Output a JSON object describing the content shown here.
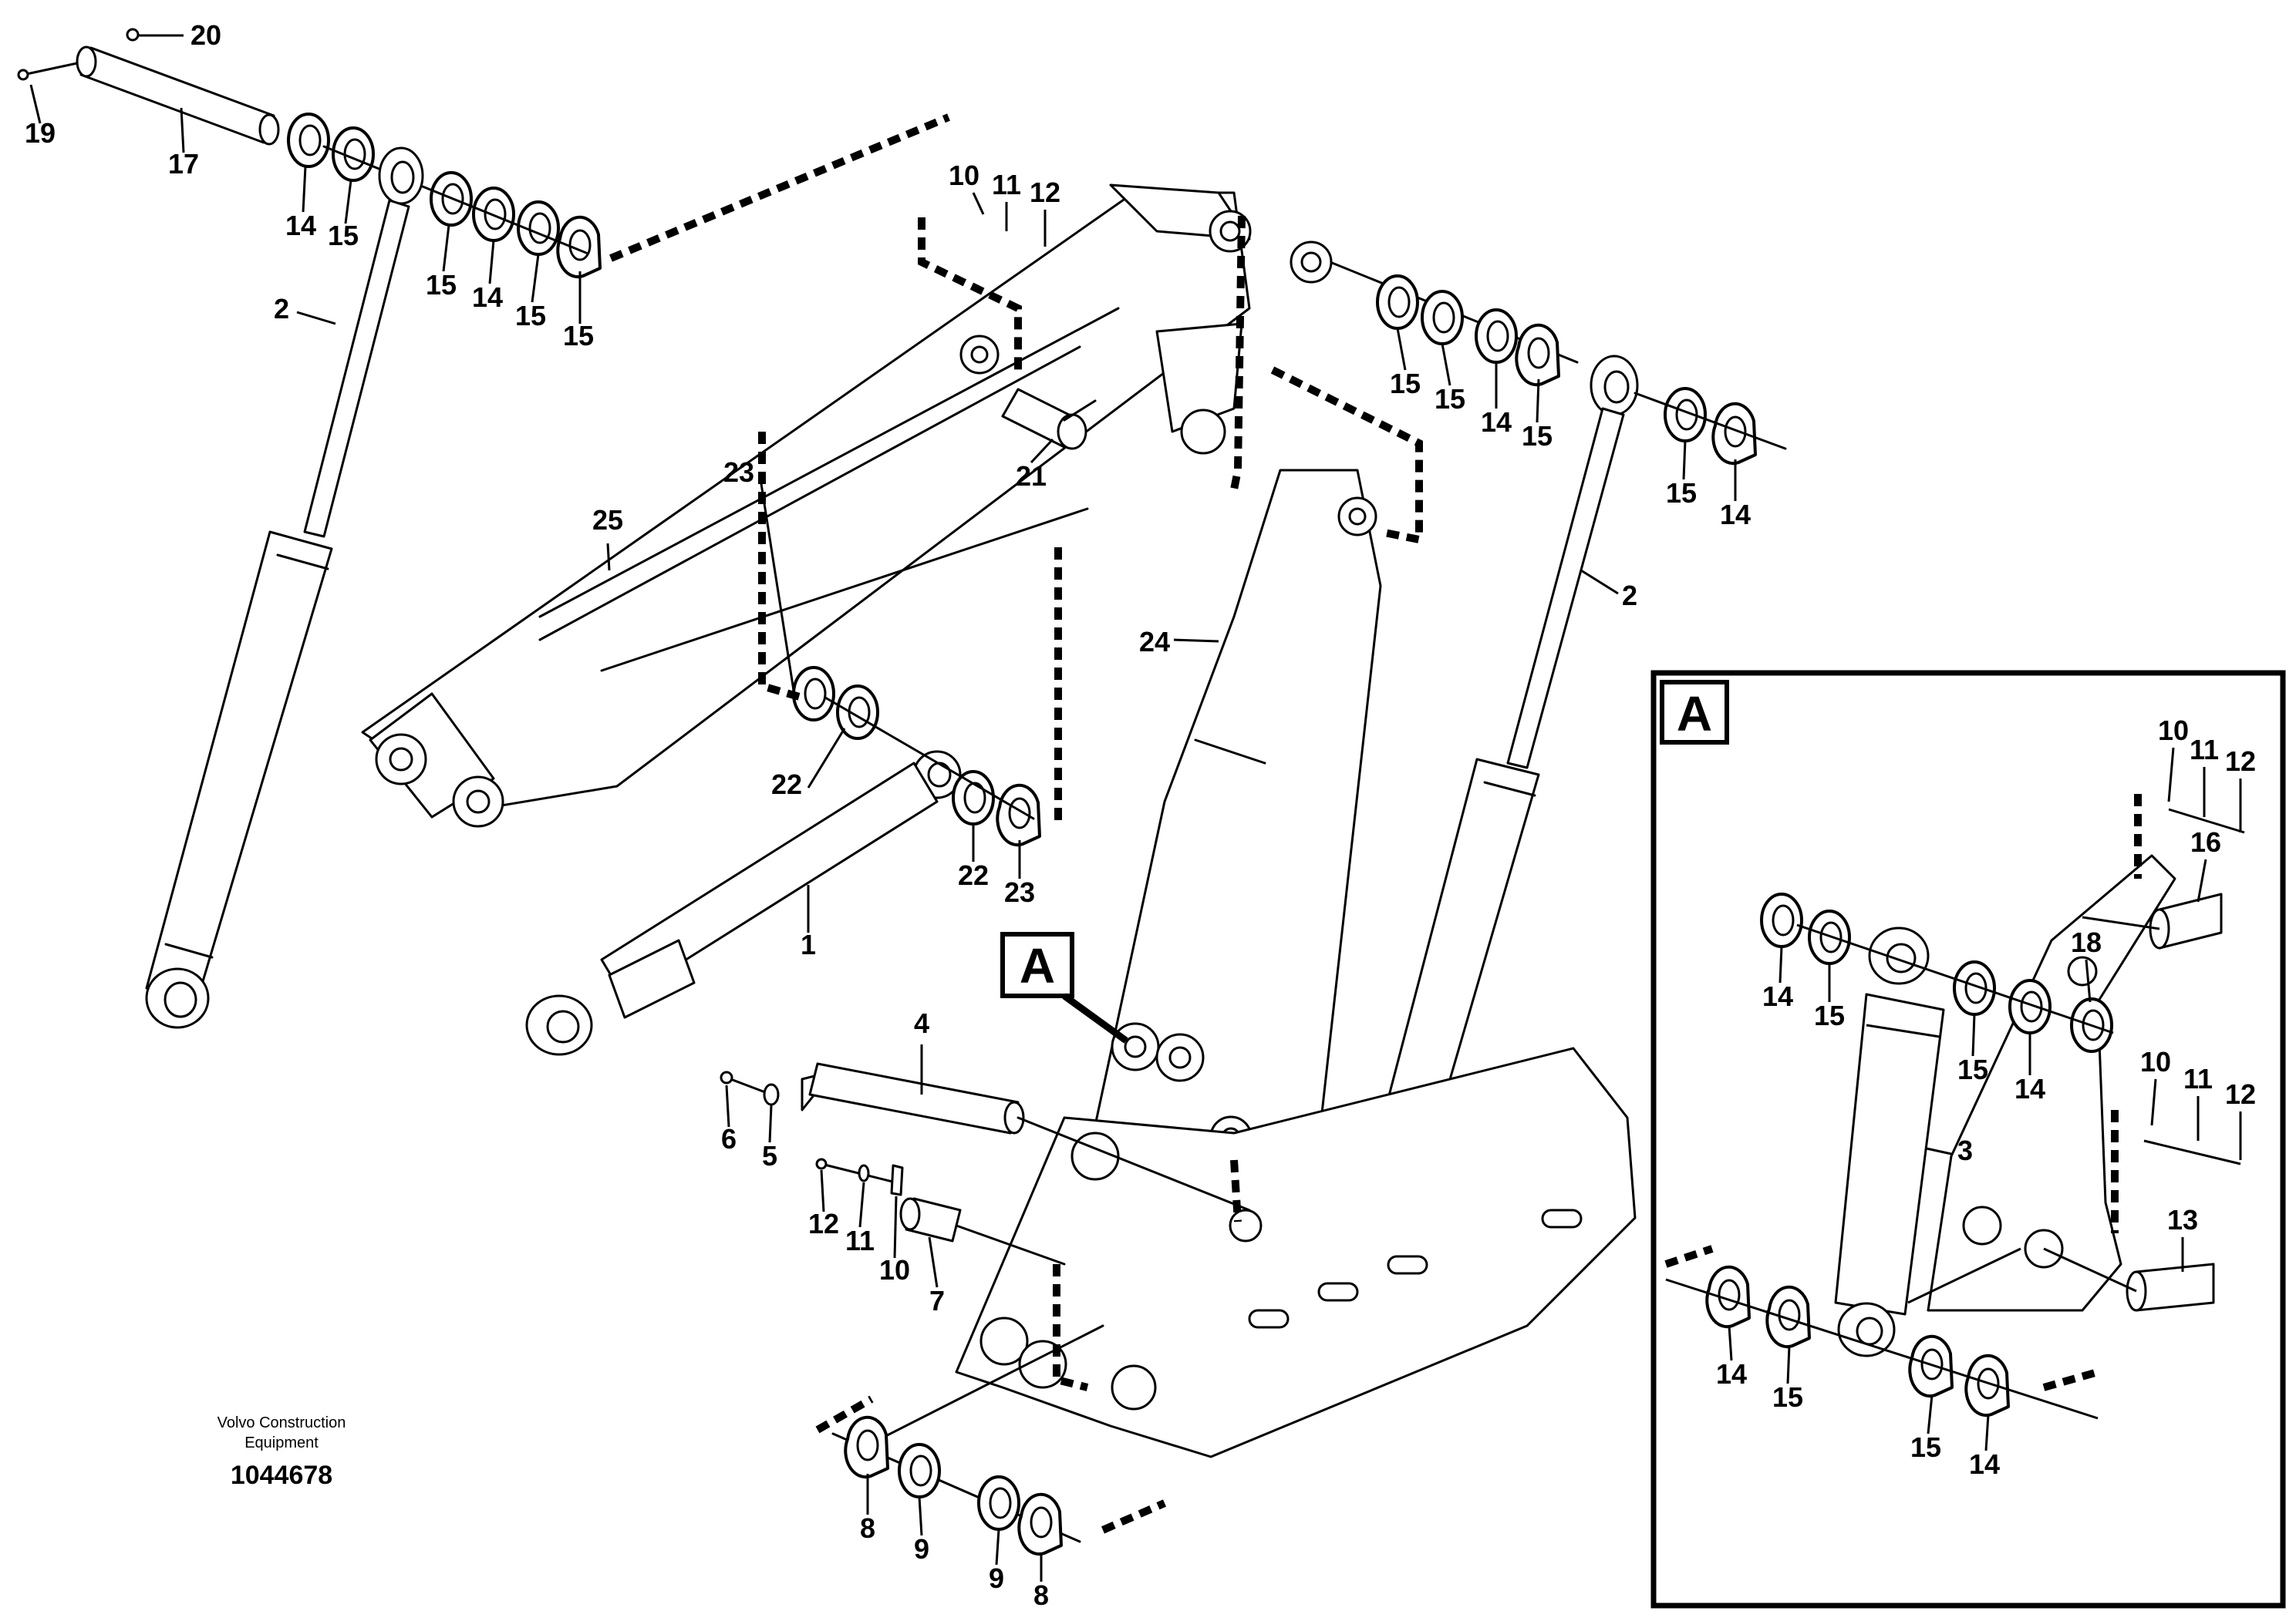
{
  "publisher_line1": "Volvo Construction",
  "publisher_line2": "Equipment",
  "document_number": "1044678",
  "detail_view": {
    "letter": "A"
  },
  "detail_marker": {
    "letter": "A"
  },
  "callouts": [
    {
      "id": "c20a",
      "label": "20"
    },
    {
      "id": "c19",
      "label": "19"
    },
    {
      "id": "c17",
      "label": "17"
    },
    {
      "id": "c14a",
      "label": "14"
    },
    {
      "id": "c15a",
      "label": "15"
    },
    {
      "id": "c15b",
      "label": "15"
    },
    {
      "id": "c14b",
      "label": "14"
    },
    {
      "id": "c15c",
      "label": "15"
    },
    {
      "id": "c15d",
      "label": "15"
    },
    {
      "id": "c2a",
      "label": "2"
    },
    {
      "id": "c10a",
      "label": "10"
    },
    {
      "id": "c11a",
      "label": "11"
    },
    {
      "id": "c12a",
      "label": "12"
    },
    {
      "id": "c15e",
      "label": "15"
    },
    {
      "id": "c15f",
      "label": "15"
    },
    {
      "id": "c14c",
      "label": "14"
    },
    {
      "id": "c15g",
      "label": "15"
    },
    {
      "id": "c15h",
      "label": "15"
    },
    {
      "id": "c14d",
      "label": "14"
    },
    {
      "id": "c2b",
      "label": "2"
    },
    {
      "id": "c21",
      "label": "21"
    },
    {
      "id": "c25",
      "label": "25"
    },
    {
      "id": "c24",
      "label": "24"
    },
    {
      "id": "c23a",
      "label": "23"
    },
    {
      "id": "c22a",
      "label": "22"
    },
    {
      "id": "c22b",
      "label": "22"
    },
    {
      "id": "c23b",
      "label": "23"
    },
    {
      "id": "c1",
      "label": "1"
    },
    {
      "id": "c4",
      "label": "4"
    },
    {
      "id": "c6",
      "label": "6"
    },
    {
      "id": "c5",
      "label": "5"
    },
    {
      "id": "c12b",
      "label": "12"
    },
    {
      "id": "c11b",
      "label": "11"
    },
    {
      "id": "c10b",
      "label": "10"
    },
    {
      "id": "c7",
      "label": "7"
    },
    {
      "id": "c8a",
      "label": "8"
    },
    {
      "id": "c9a",
      "label": "9"
    },
    {
      "id": "c9b",
      "label": "9"
    },
    {
      "id": "c8b",
      "label": "8"
    },
    {
      "id": "c10c",
      "label": "10"
    },
    {
      "id": "c11c",
      "label": "11"
    },
    {
      "id": "c12c",
      "label": "12"
    },
    {
      "id": "c16",
      "label": "16"
    },
    {
      "id": "c14e",
      "label": "14"
    },
    {
      "id": "c15i",
      "label": "15"
    },
    {
      "id": "c18",
      "label": "18"
    },
    {
      "id": "c15j",
      "label": "15"
    },
    {
      "id": "c14f",
      "label": "14"
    },
    {
      "id": "c10d",
      "label": "10"
    },
    {
      "id": "c11d",
      "label": "11"
    },
    {
      "id": "c12d",
      "label": "12"
    },
    {
      "id": "c3",
      "label": "3"
    },
    {
      "id": "c13",
      "label": "13"
    },
    {
      "id": "c14g",
      "label": "14"
    },
    {
      "id": "c15k",
      "label": "15"
    },
    {
      "id": "c15l",
      "label": "15"
    },
    {
      "id": "c14h",
      "label": "14"
    }
  ]
}
